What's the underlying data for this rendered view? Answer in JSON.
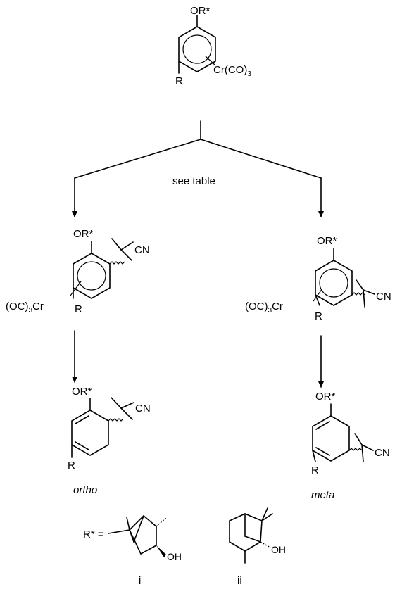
{
  "labels": {
    "top_or": "OR*",
    "top_r": "R",
    "top_cr": "Cr(CO)",
    "cr_sub": "3",
    "condition": "see table",
    "left_or": "OR*",
    "left_cn": "CN",
    "left_cr_pre": "(OC)",
    "left_cr_sub": "3",
    "left_cr_post": "Cr",
    "left_r": "R",
    "right_or": "OR*",
    "right_cn": "CN",
    "right_cr_pre": "(OC)",
    "right_cr_sub": "3",
    "right_cr_post": "Cr",
    "right_r": "R",
    "bl_or": "OR*",
    "bl_cn": "CN",
    "bl_r": "R",
    "br_or": "OR*",
    "br_cn": "CN",
    "br_r": "R",
    "ortho": "ortho",
    "meta": "meta",
    "rstar": "R* =",
    "oh1": "OH",
    "oh2": "OH",
    "i": "i",
    "ii": "ii"
  }
}
